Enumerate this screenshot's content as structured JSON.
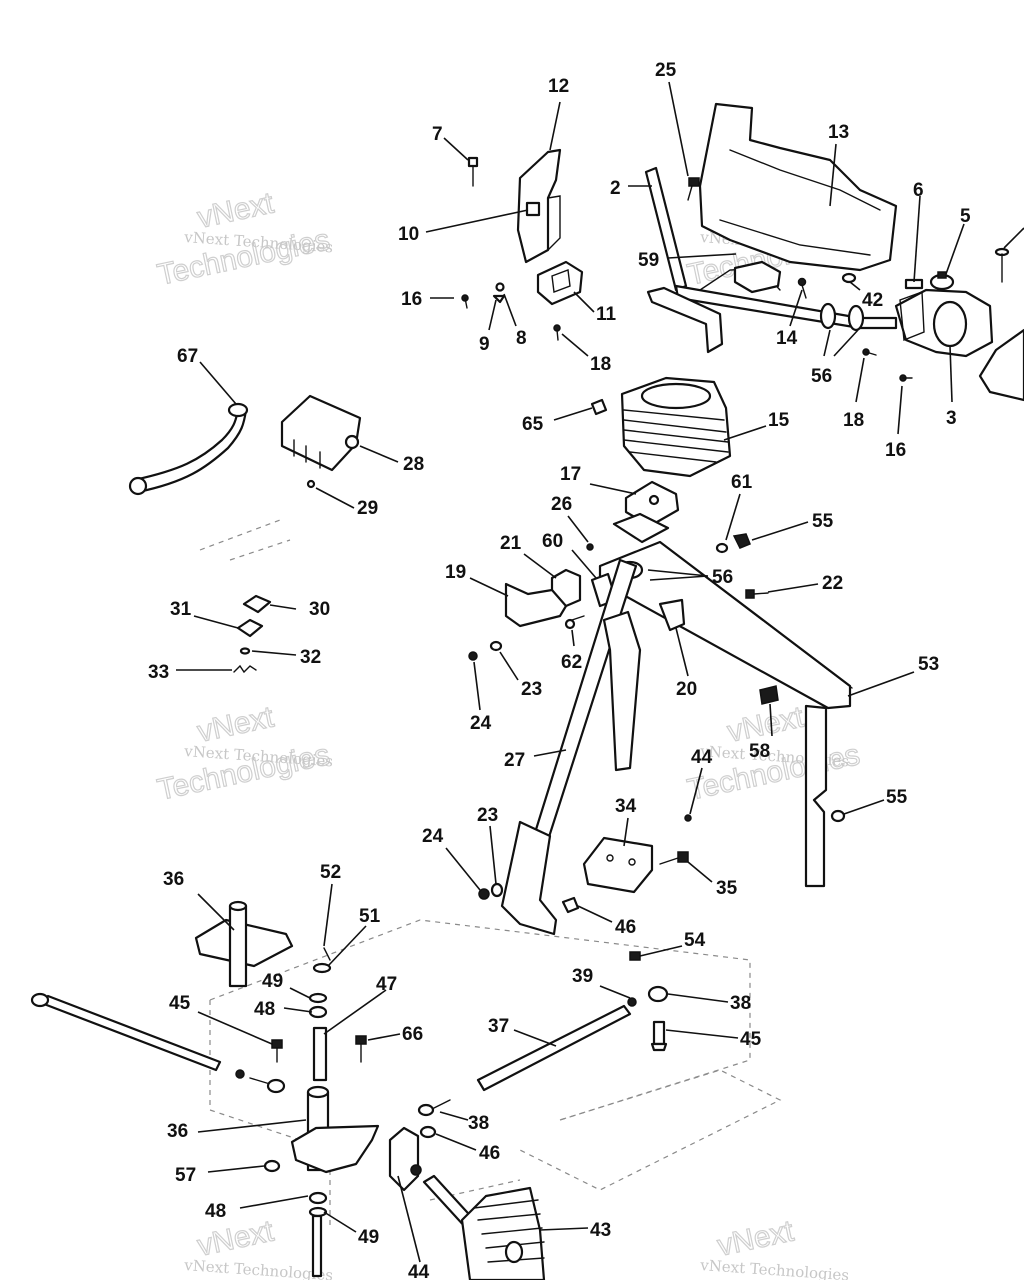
{
  "watermark": {
    "line_small": "vNext Technologies",
    "line_big_1": "vNext",
    "line_big_2": "Technologies"
  },
  "callouts": [
    {
      "id": "c7",
      "label": "7"
    },
    {
      "id": "c12",
      "label": "12"
    },
    {
      "id": "c25",
      "label": "25"
    },
    {
      "id": "c13",
      "label": "13"
    },
    {
      "id": "c2",
      "label": "2"
    },
    {
      "id": "c6",
      "label": "6"
    },
    {
      "id": "c5",
      "label": "5"
    },
    {
      "id": "c10",
      "label": "10"
    },
    {
      "id": "c59",
      "label": "59"
    },
    {
      "id": "c16a",
      "label": "16"
    },
    {
      "id": "c8",
      "label": "8"
    },
    {
      "id": "c9",
      "label": "9"
    },
    {
      "id": "c11",
      "label": "11"
    },
    {
      "id": "c18a",
      "label": "18"
    },
    {
      "id": "c42",
      "label": "42"
    },
    {
      "id": "c14",
      "label": "14"
    },
    {
      "id": "c56a",
      "label": "56"
    },
    {
      "id": "c18b",
      "label": "18"
    },
    {
      "id": "c3",
      "label": "3"
    },
    {
      "id": "c16b",
      "label": "16"
    },
    {
      "id": "c67",
      "label": "67"
    },
    {
      "id": "c28",
      "label": "28"
    },
    {
      "id": "c29",
      "label": "29"
    },
    {
      "id": "c65",
      "label": "65"
    },
    {
      "id": "c15",
      "label": "15"
    },
    {
      "id": "c17",
      "label": "17"
    },
    {
      "id": "c61",
      "label": "61"
    },
    {
      "id": "c26",
      "label": "26"
    },
    {
      "id": "c55a",
      "label": "55"
    },
    {
      "id": "c21",
      "label": "21"
    },
    {
      "id": "c60",
      "label": "60"
    },
    {
      "id": "c56b",
      "label": "56"
    },
    {
      "id": "c19",
      "label": "19"
    },
    {
      "id": "c22",
      "label": "22"
    },
    {
      "id": "c30",
      "label": "30"
    },
    {
      "id": "c31",
      "label": "31"
    },
    {
      "id": "c32",
      "label": "32"
    },
    {
      "id": "c33",
      "label": "33"
    },
    {
      "id": "c23a",
      "label": "23"
    },
    {
      "id": "c62",
      "label": "62"
    },
    {
      "id": "c20",
      "label": "20"
    },
    {
      "id": "c53",
      "label": "53"
    },
    {
      "id": "c24a",
      "label": "24"
    },
    {
      "id": "c58",
      "label": "58"
    },
    {
      "id": "c27",
      "label": "27"
    },
    {
      "id": "c44a",
      "label": "44"
    },
    {
      "id": "c55b",
      "label": "55"
    },
    {
      "id": "c34",
      "label": "34"
    },
    {
      "id": "c24b",
      "label": "24"
    },
    {
      "id": "c23b",
      "label": "23"
    },
    {
      "id": "c35",
      "label": "35"
    },
    {
      "id": "c36a",
      "label": "36"
    },
    {
      "id": "c52",
      "label": "52"
    },
    {
      "id": "c46a",
      "label": "46"
    },
    {
      "id": "c51",
      "label": "51"
    },
    {
      "id": "c54",
      "label": "54"
    },
    {
      "id": "c49a",
      "label": "49"
    },
    {
      "id": "c47",
      "label": "47"
    },
    {
      "id": "c39",
      "label": "39"
    },
    {
      "id": "c38a",
      "label": "38"
    },
    {
      "id": "c48a",
      "label": "48"
    },
    {
      "id": "c45a",
      "label": "45"
    },
    {
      "id": "c37",
      "label": "37"
    },
    {
      "id": "c66",
      "label": "66"
    },
    {
      "id": "c45b",
      "label": "45"
    },
    {
      "id": "c38b",
      "label": "38"
    },
    {
      "id": "c36b",
      "label": "36"
    },
    {
      "id": "c46b",
      "label": "46"
    },
    {
      "id": "c57",
      "label": "57"
    },
    {
      "id": "c43",
      "label": "43"
    },
    {
      "id": "c48b",
      "label": "48"
    },
    {
      "id": "c49b",
      "label": "49"
    },
    {
      "id": "c44b",
      "label": "44"
    }
  ]
}
